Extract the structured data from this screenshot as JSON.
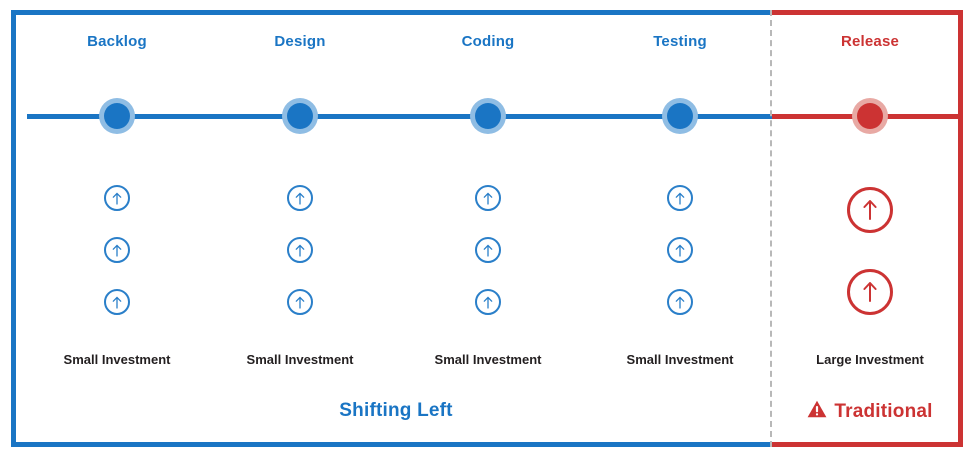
{
  "diagram": {
    "colors": {
      "blue": "#1a75c4",
      "blue_halo": "#8fbde4",
      "red": "#cc3333",
      "red_halo": "#e8a9a4",
      "label_text": "#231f20",
      "divider": "#b8b8b8",
      "background": "#ffffff"
    },
    "columns": [
      {
        "id": "backlog",
        "title": "Backlog",
        "node_color": "#1a75c4",
        "arrow_count": 3,
        "arrow_size": "small",
        "investment_label": "Small Investment"
      },
      {
        "id": "design",
        "title": "Design",
        "node_color": "#1a75c4",
        "arrow_count": 3,
        "arrow_size": "small",
        "investment_label": "Small Investment"
      },
      {
        "id": "coding",
        "title": "Coding",
        "node_color": "#1a75c4",
        "arrow_count": 3,
        "arrow_size": "small",
        "investment_label": "Small Investment"
      },
      {
        "id": "testing",
        "title": "Testing",
        "node_color": "#1a75c4",
        "arrow_count": 3,
        "arrow_size": "small",
        "investment_label": "Small Investment"
      },
      {
        "id": "release",
        "title": "Release",
        "node_color": "#cc3333",
        "arrow_count": 2,
        "arrow_size": "big",
        "investment_label": "Large Investment"
      }
    ],
    "footer": {
      "left_caption": "Shifting Left",
      "right_caption": "Traditional",
      "right_icon": "warning-triangle-icon"
    },
    "icons": {
      "arrow": "arrow-up-icon",
      "node": "pipeline-node-icon"
    }
  }
}
